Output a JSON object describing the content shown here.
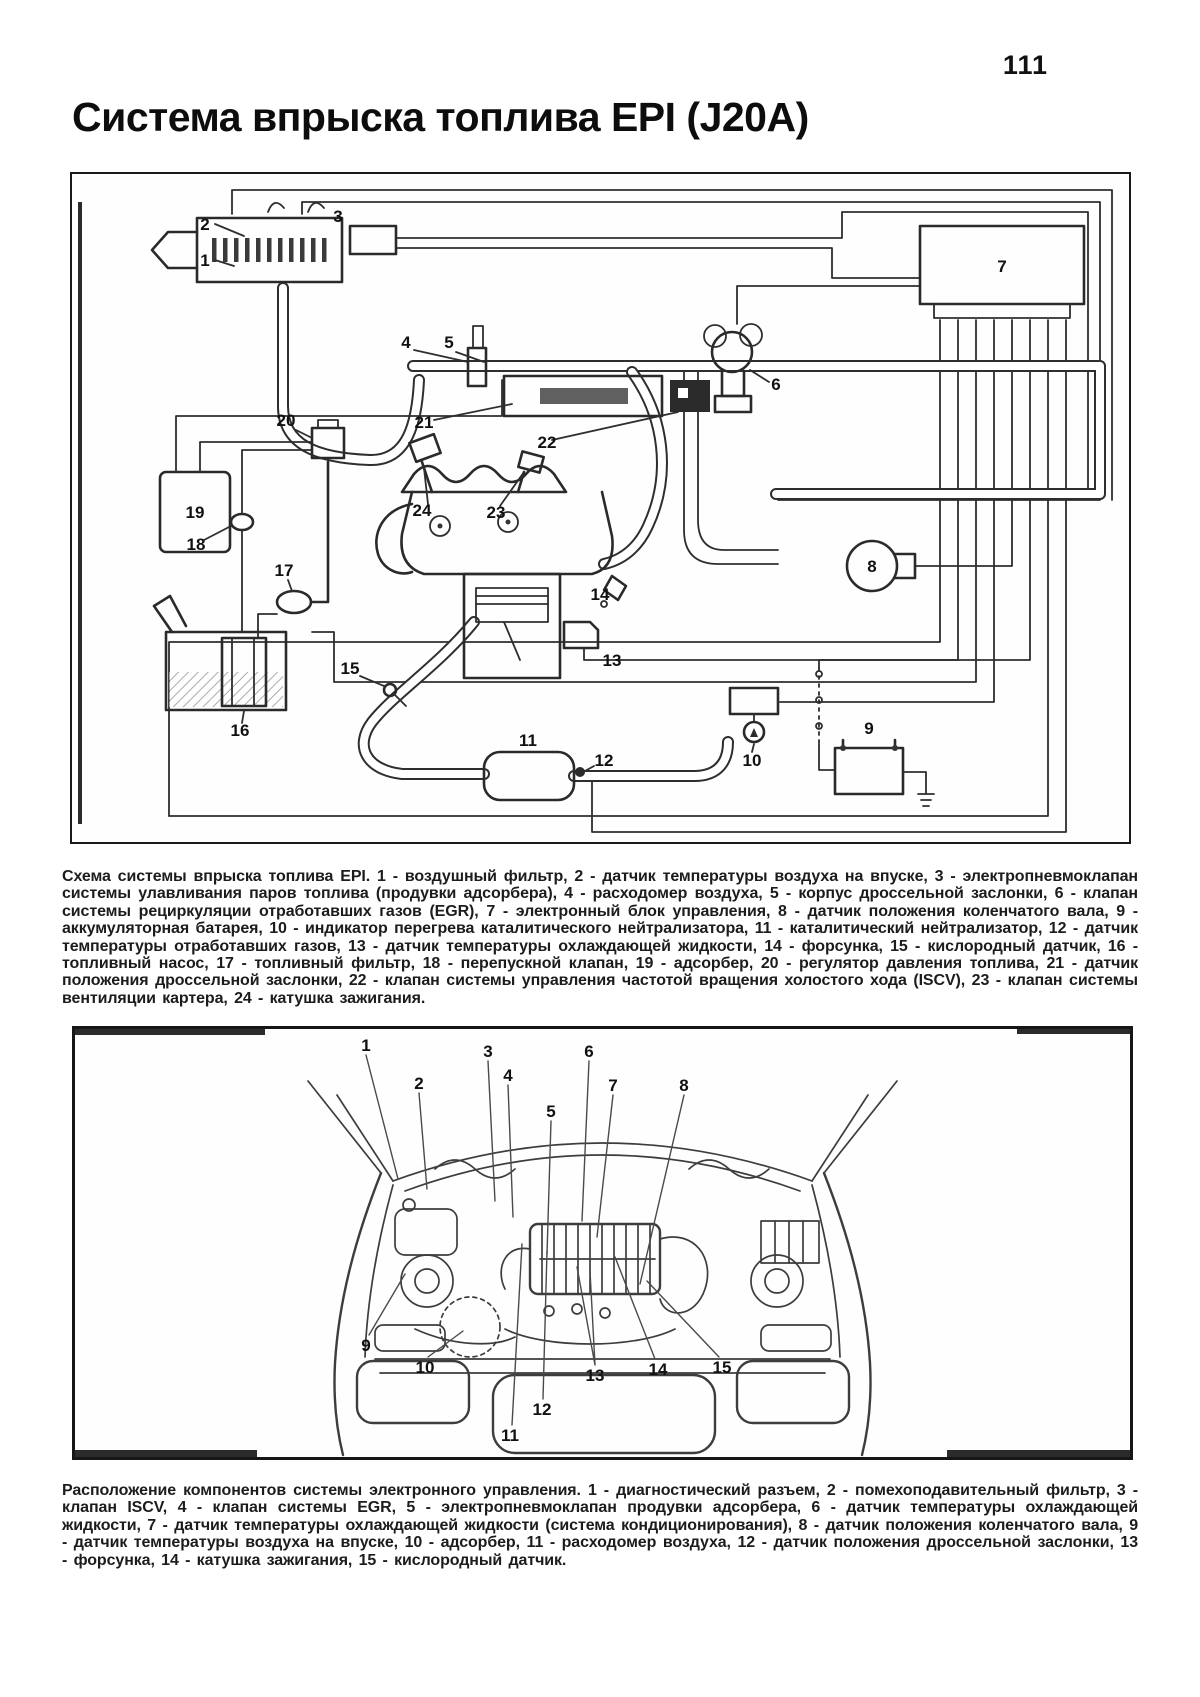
{
  "page": {
    "number": "111",
    "title": "Система впрыска топлива EPI (J20A)"
  },
  "figure1": {
    "caption": "Схема системы впрыска топлива EPI. 1 - воздушный фильтр, 2 - датчик температуры воздуха на впуске, 3 - электропневмоклапан системы улавливания паров топлива (продувки адсорбера), 4 - расходомер воздуха, 5 - корпус дроссельной заслонки, 6 - клапан системы рециркуляции отработавших газов (EGR), 7 - электронный блок управления, 8 - датчик положения коленчатого вала, 9 - аккумуляторная батарея, 10 - индикатор перегрева каталитического нейтрализатора, 11 - каталитический нейтрализатор, 12 - датчик температуры отработавших газов, 13 - датчик температуры охлаждающей жидкости, 14 - форсунка, 15 - кислородный датчик, 16 - топливный насос, 17 - топливный фильтр, 18 - перепускной клапан, 19 - адсорбер, 20 - регулятор давления топлива, 21 - датчик положения дроссельной заслонки, 22 - клапан системы управления частотой вращения холостого хода (ISCV), 23 - клапан системы вентиляции картера, 24 - катушка зажигания.",
    "labels": [
      "1",
      "2",
      "3",
      "4",
      "5",
      "6",
      "7",
      "8",
      "9",
      "10",
      "11",
      "12",
      "13",
      "14",
      "15",
      "16",
      "17",
      "18",
      "19",
      "20",
      "21",
      "22",
      "23",
      "24"
    ]
  },
  "figure2": {
    "caption": "Расположение компонентов системы электронного управления. 1 - диагностический разъем, 2 - помехоподавительный фильтр, 3 - клапан ISCV, 4 - клапан системы EGR, 5 - электропневмоклапан продувки адсорбера, 6 - датчик температуры охлаждающей жидкости, 7 - датчик температуры охлаждающей жидкости (система кондиционирования), 8 - датчик положения коленчатого вала, 9 - датчик температуры воздуха на впуске, 10 - адсорбер, 11 - расходомер воздуха, 12 - датчик положения дроссельной заслонки, 13 - форсунка, 14 - катушка зажигания, 15 - кислородный датчик.",
    "labels": [
      "1",
      "2",
      "3",
      "4",
      "5",
      "6",
      "7",
      "8",
      "9",
      "10",
      "11",
      "12",
      "13",
      "14",
      "15"
    ]
  }
}
